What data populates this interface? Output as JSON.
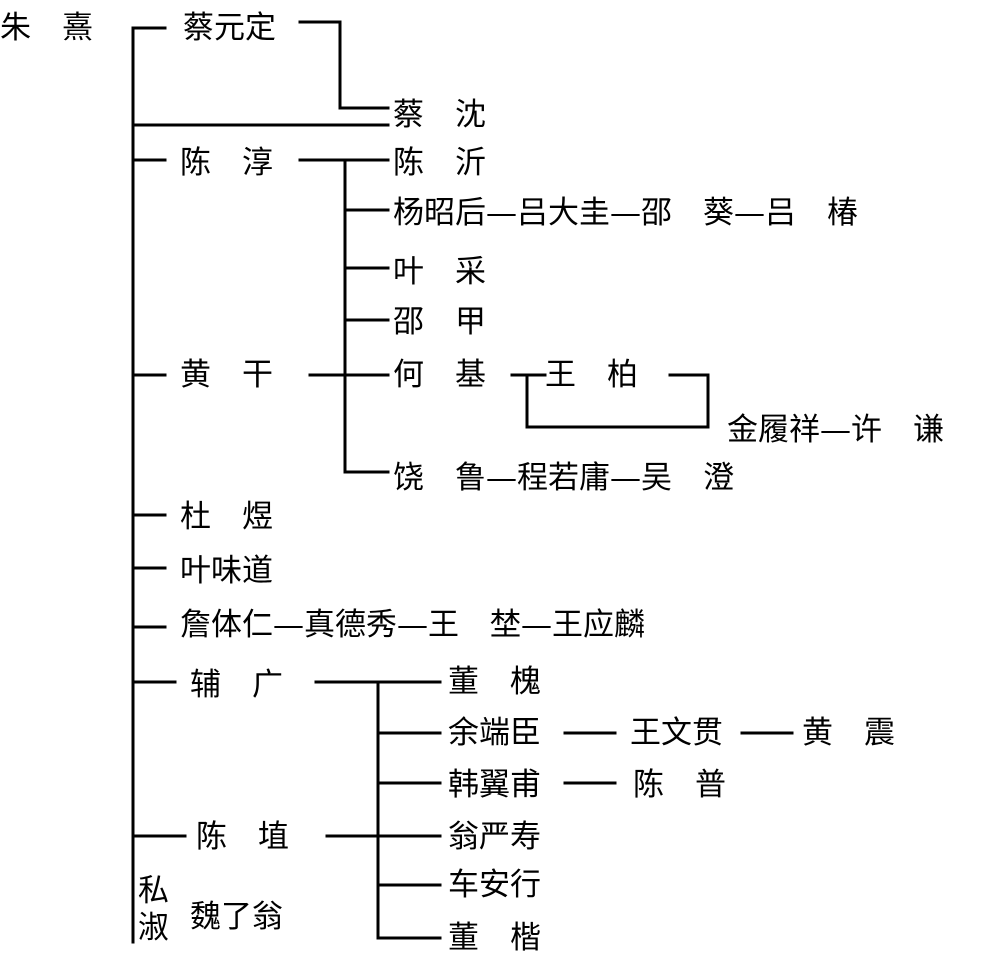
{
  "diagram": {
    "line_color": "#000000",
    "background": "#ffffff",
    "nodes": {
      "root": "朱　熹",
      "cai_yuanding": "蔡元定",
      "cai_chen": "蔡　沈",
      "chen_chun": "陈　淳",
      "chen_qi": "陈　沂",
      "yang_chain": "杨昭后—吕大圭—邵　葵—吕　椿",
      "ye_cai": "叶　采",
      "shao_jia": "邵　甲",
      "huang_gan": "黄　干",
      "he_ji": "何　基",
      "wang_bai": "王　柏",
      "jin_chain": "金履祥—许　谦",
      "rao_chain": "饶　鲁—程若庸—吴　澄",
      "du_yu": "杜　煜",
      "ye_weidao": "叶味道",
      "zhan_chain": "詹体仁—真德秀—王　埜—王应麟",
      "fu_guang": "辅　广",
      "dong_huai": "董　槐",
      "yu_duanchen": "余端臣",
      "wang_wenguan": "王文贯",
      "huang_zhen": "黄　震",
      "han_yifu": "韩翼甫",
      "chen_pu": "陈　普",
      "weng_yanshou": "翁严寿",
      "che_anxing": "车安行",
      "dong_kai": "董　楷",
      "chen_zhi": "陈　埴",
      "sishu_label": "私淑",
      "wei_liaoweng": "魏了翁"
    }
  }
}
